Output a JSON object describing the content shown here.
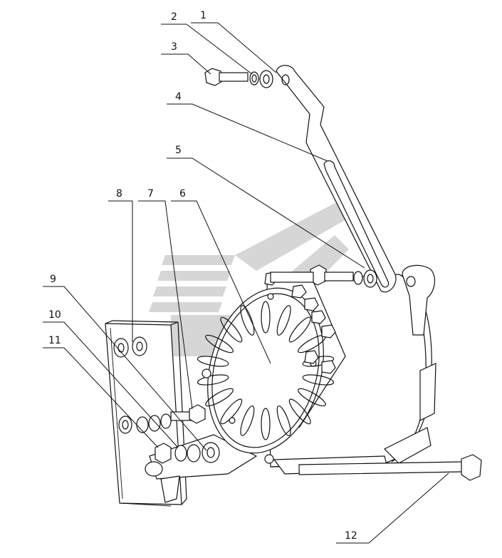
{
  "diagram": {
    "callouts": [
      {
        "id": "1",
        "label": "1"
      },
      {
        "id": "2",
        "label": "2"
      },
      {
        "id": "3",
        "label": "3"
      },
      {
        "id": "4",
        "label": "4"
      },
      {
        "id": "5",
        "label": "5"
      },
      {
        "id": "6",
        "label": "6"
      },
      {
        "id": "7",
        "label": "7"
      },
      {
        "id": "8",
        "label": "8"
      },
      {
        "id": "9",
        "label": "9"
      },
      {
        "id": "10",
        "label": "10"
      },
      {
        "id": "11",
        "label": "11"
      },
      {
        "id": "12",
        "label": "12"
      }
    ],
    "colors": {
      "line": "#111111",
      "watermark": "#c8c8c8",
      "background": "#ffffff"
    }
  }
}
